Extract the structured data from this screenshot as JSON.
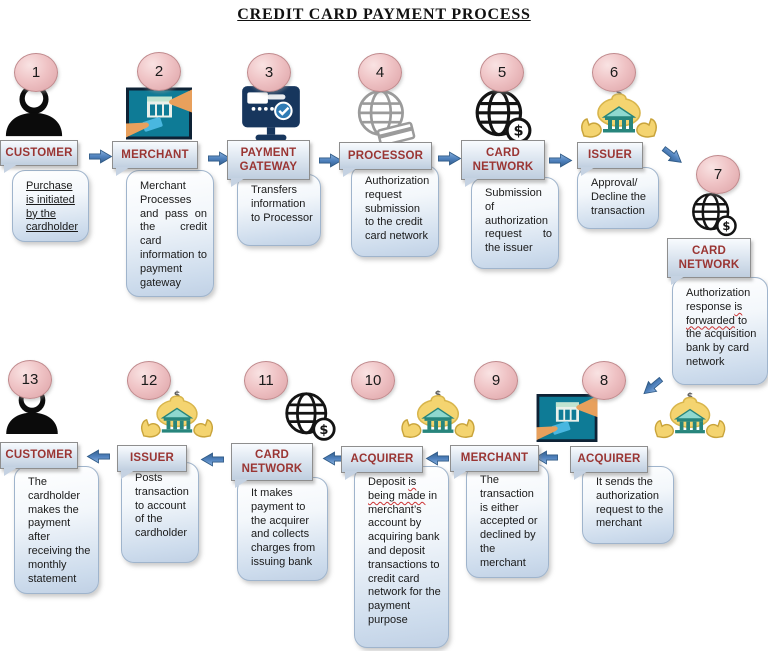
{
  "title": "CREDIT CARD PAYMENT PROCESS",
  "colors": {
    "label_text": "#9A3533",
    "label_bg": "#BFCEDF",
    "bubble_bg": "#C1D1E5",
    "bubble_border": "#9FB4CC",
    "arrow": "#4F81BD",
    "number_circle": "#EFC3C5"
  },
  "steps": [
    {
      "number": "1",
      "label": "CUSTOMER",
      "icon": "person-icon",
      "description": "Purchase is initiated by the cardholder"
    },
    {
      "number": "2",
      "label": "MERCHANT",
      "icon": "store-payment-photo-icon",
      "description": "Merchant Processes and pass on the credit card information to payment gateway"
    },
    {
      "number": "3",
      "label": "PAYMENT GATEWAY",
      "icon": "payment-terminal-monitor-icon",
      "description": "Transfers information to Processor"
    },
    {
      "number": "4",
      "label": "PROCESSOR",
      "icon": "globe-credit-card-icon",
      "description": "Authorization request submission to the credit card network"
    },
    {
      "number": "5",
      "label": "CARD NETWORK",
      "icon": "globe-dollar-icon",
      "description": "Submission of authorization request to the issuer"
    },
    {
      "number": "6",
      "label": "ISSUER",
      "icon": "hands-holding-bank-icon",
      "description": "Approval/ Decline the transaction"
    },
    {
      "number": "7",
      "label": "CARD NETWORK",
      "icon": "globe-dollar-icon",
      "desc_prefix": "Authorization response ",
      "desc_marked": "is forwarded",
      "desc_suffix": " to the acquisition bank by card network"
    },
    {
      "number": "8",
      "label": "ACQUIRER",
      "icon": "hands-holding-bank-icon",
      "description": "It sends the authorization request to the merchant"
    },
    {
      "number": "9",
      "label": "MERCHANT",
      "icon": "store-payment-photo-icon",
      "description": "The transaction is either accepted or declined by the merchant"
    },
    {
      "number": "10",
      "label": "ACQUIRER",
      "icon": "hands-holding-bank-icon",
      "desc_prefix": "Deposit ",
      "desc_marked": "is being made",
      "desc_suffix": " in merchant’s account by acquiring bank and deposit transactions to credit card network for the payment purpose"
    },
    {
      "number": "11",
      "label": "CARD NETWORK",
      "icon": "globe-dollar-icon",
      "description": "It makes payment to the acquirer and collects charges from issuing bank"
    },
    {
      "number": "12",
      "label": "ISSUER",
      "icon": "hands-holding-bank-icon",
      "description": "Posts transaction to account of the cardholder"
    },
    {
      "number": "13",
      "label": "CUSTOMER",
      "icon": "person-icon",
      "description": "The cardholder makes the payment after receiving the monthly statement"
    }
  ]
}
